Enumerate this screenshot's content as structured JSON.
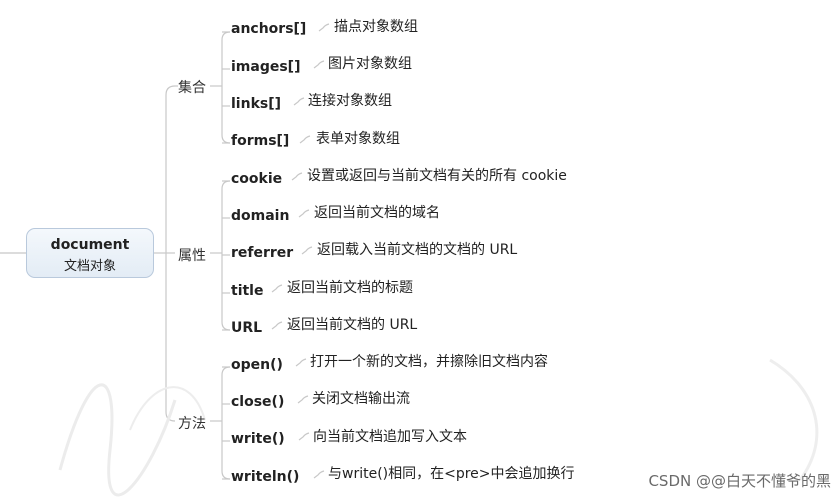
{
  "root": {
    "title": "document",
    "subtitle": "文档对象"
  },
  "groups": [
    {
      "label": "集合",
      "items": [
        {
          "name": "anchors[]",
          "desc": "描点对象数组"
        },
        {
          "name": "images[]",
          "desc": "图片对象数组"
        },
        {
          "name": "links[]",
          "desc": "连接对象数组"
        },
        {
          "name": "forms[]",
          "desc": "表单对象数组"
        }
      ]
    },
    {
      "label": "属性",
      "items": [
        {
          "name": "cookie",
          "desc": "设置或返回与当前文档有关的所有 cookie"
        },
        {
          "name": "domain",
          "desc": "返回当前文档的域名"
        },
        {
          "name": "referrer",
          "desc": "返回载入当前文档的文档的 URL"
        },
        {
          "name": "title",
          "desc": "返回当前文档的标题"
        },
        {
          "name": "URL",
          "desc": "返回当前文档的 URL"
        }
      ]
    },
    {
      "label": "方法",
      "items": [
        {
          "name": "open()",
          "desc": "打开一个新的文档，并擦除旧文档内容"
        },
        {
          "name": "close()",
          "desc": "关闭文档输出流"
        },
        {
          "name": "write()",
          "desc": "向当前文档追加写入文本"
        },
        {
          "name": "writeln()",
          "desc": "与write()相同，在<pre>中会追加换行"
        }
      ]
    }
  ],
  "watermark": "CSDN @@白天不懂爷的黑",
  "colors": {
    "line": "#c8c8c8",
    "root_border": "#b9c9dc",
    "root_fill": "#eaf0f7"
  }
}
